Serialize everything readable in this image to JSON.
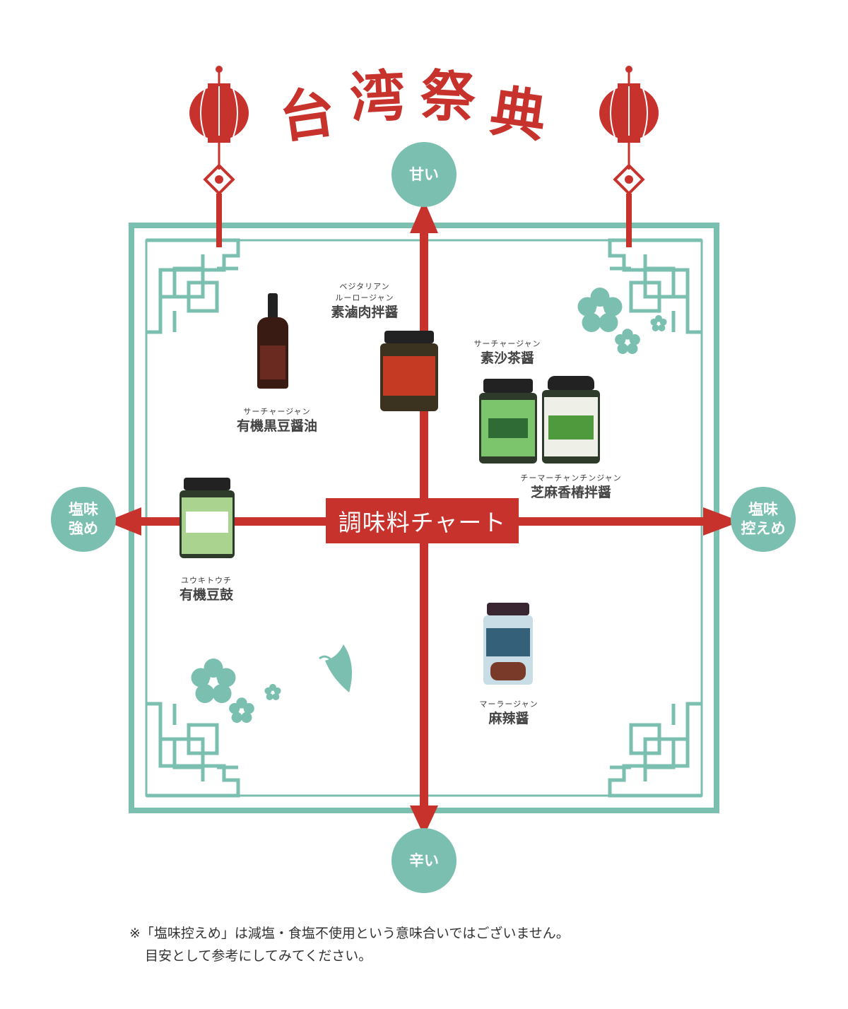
{
  "title": [
    "台",
    "湾",
    "祭",
    "典"
  ],
  "axes": {
    "top": "甘い",
    "bottom": "辛い",
    "left": [
      "塩味",
      "強め"
    ],
    "right": [
      "塩味",
      "控えめ"
    ]
  },
  "center_label": "調味料チャート",
  "products": [
    {
      "furigana": [
        "サーチャージャン"
      ],
      "name": "有機黒豆醤油"
    },
    {
      "furigana": [
        "ベジタリアン",
        "ルーロージャン"
      ],
      "name": "素滷肉拌醤"
    },
    {
      "furigana": [
        "サーチャージャン"
      ],
      "name": "素沙茶醤"
    },
    {
      "furigana": [
        "チーマーチャンチンジャン"
      ],
      "name": "芝麻香椿拌醤"
    },
    {
      "furigana": [
        "ユウキトウチ"
      ],
      "name": "有機豆鼓"
    },
    {
      "furigana": [
        "マーラージャン"
      ],
      "name": "麻辣醤"
    }
  ],
  "note": [
    "※「塩味控えめ」は減塩・食塩不使用という意味合いではございません。",
    "目安として参考にしてみてください。"
  ],
  "colors": {
    "teal": "#7bbfb0",
    "red": "#c8322d",
    "text": "#3a3a3a"
  }
}
